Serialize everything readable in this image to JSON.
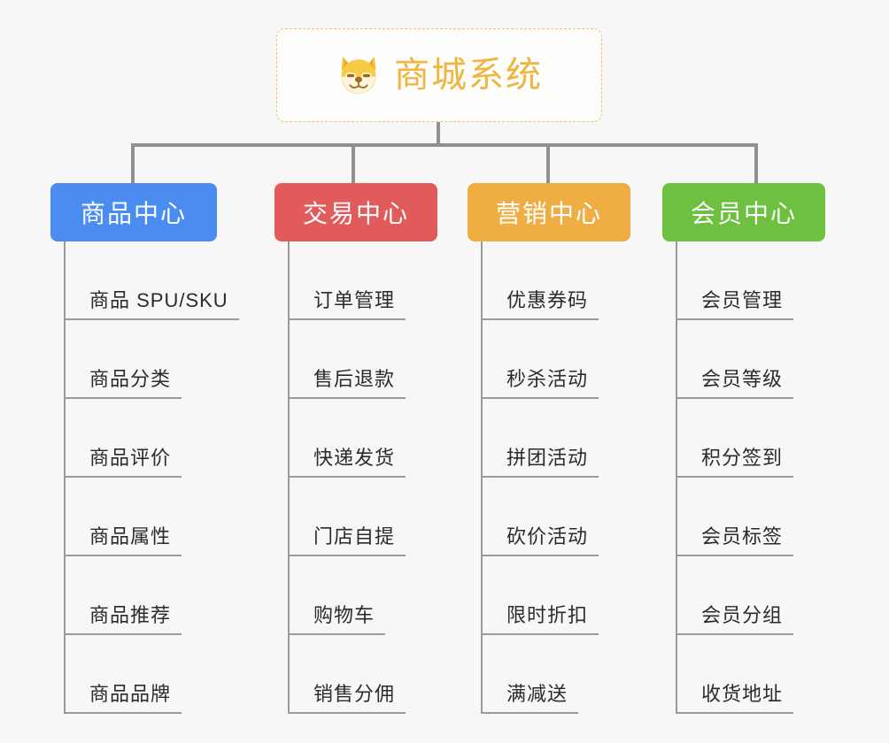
{
  "page": {
    "background_color": "#f7f7f7",
    "title": "商城系统"
  },
  "root": {
    "label": "商城系统",
    "icon": "shiba-dog-face-icon",
    "text_color": "#f0b43f",
    "border_color": "#f0c165",
    "background_color": "#fdfdfb"
  },
  "connector": {
    "color": "#909090"
  },
  "columns": [
    {
      "id": "product-center",
      "label": "商品中心",
      "color": "#4a8cf0",
      "items": [
        "商品 SPU/SKU",
        "商品分类",
        "商品评价",
        "商品属性",
        "商品推荐",
        "商品品牌"
      ]
    },
    {
      "id": "trade-center",
      "label": "交易中心",
      "color": "#e15b5b",
      "items": [
        "订单管理",
        "售后退款",
        "快递发货",
        "门店自提",
        "购物车",
        "销售分佣"
      ]
    },
    {
      "id": "marketing-center",
      "label": "营销中心",
      "color": "#eeae43",
      "items": [
        "优惠券码",
        "秒杀活动",
        "拼团活动",
        "砍价活动",
        "限时折扣",
        "满减送"
      ]
    },
    {
      "id": "member-center",
      "label": "会员中心",
      "color": "#6ec040",
      "items": [
        "会员管理",
        "会员等级",
        "积分签到",
        "会员标签",
        "会员分组",
        "收货地址"
      ]
    }
  ]
}
